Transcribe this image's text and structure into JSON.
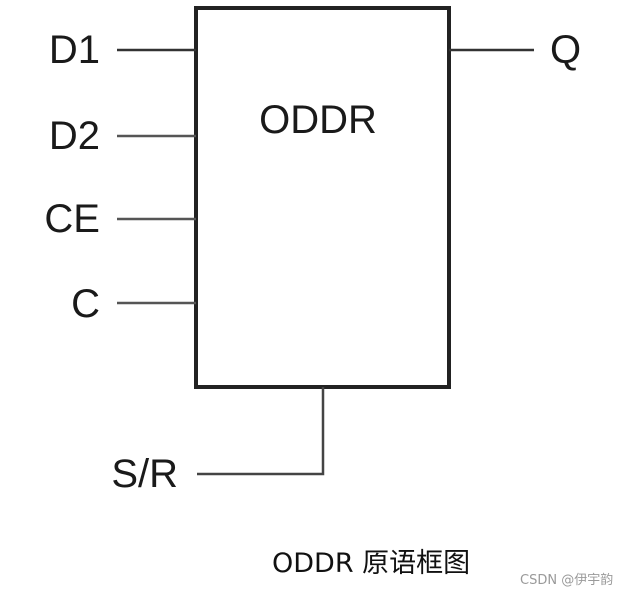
{
  "diagram": {
    "block_name": "ODDR",
    "inputs": [
      {
        "id": "d1",
        "label": "D1"
      },
      {
        "id": "d2",
        "label": "D2"
      },
      {
        "id": "ce",
        "label": "CE"
      },
      {
        "id": "c",
        "label": "C"
      }
    ],
    "outputs": [
      {
        "id": "q",
        "label": "Q"
      }
    ],
    "bottom_pins": [
      {
        "id": "sr",
        "label": "S/R"
      }
    ]
  },
  "caption": "ODDR 原语框图",
  "watermark": "CSDN @伊宇韵"
}
